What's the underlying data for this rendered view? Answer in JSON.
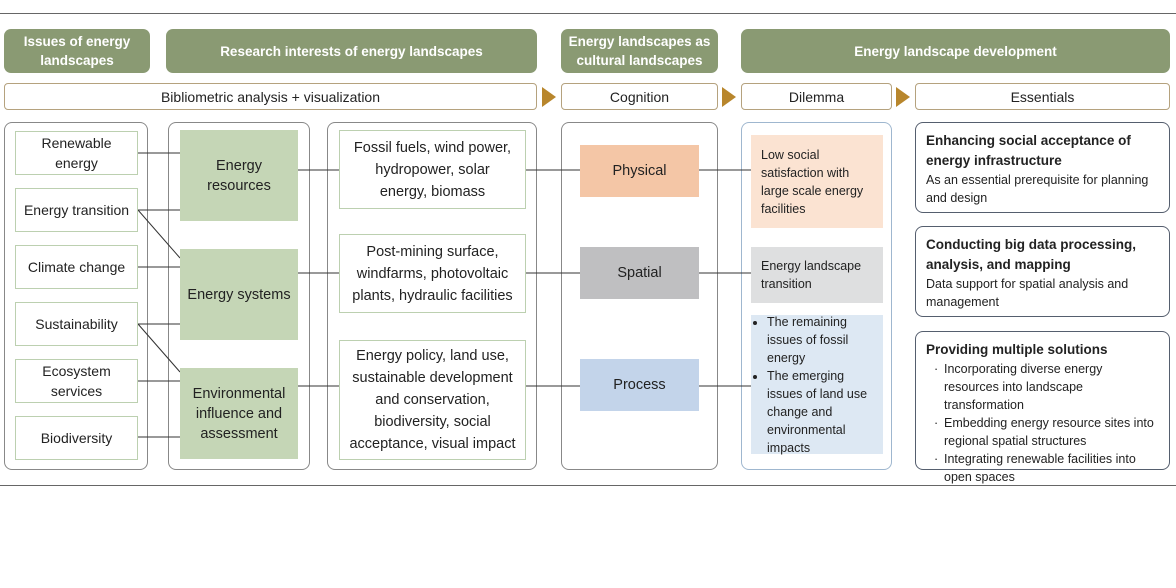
{
  "headers": {
    "issues": "Issues of energy landscapes",
    "research": "Research interests of energy landscapes",
    "cultural": "Energy landscapes as cultural landscapes",
    "development": "Energy landscape development"
  },
  "subheaders": {
    "bibliometric": "Bibliometric analysis + visualization",
    "cognition": "Cognition",
    "dilemma": "Dilemma",
    "essentials": "Essentials"
  },
  "issues": [
    "Renewable energy",
    "Energy transition",
    "Climate change",
    "Sustainability",
    "Ecosystem services",
    "Biodiversity"
  ],
  "research": [
    "Energy resources",
    "Energy systems",
    "Environmental influence and assessment"
  ],
  "details": [
    "Fossil fuels, wind power, hydropower, solar energy, biomass",
    "Post-mining surface, windfarms, photovoltaic plants, hydraulic facilities",
    "Energy policy, land use, sustainable development and conservation, biodiversity, social acceptance, visual impact"
  ],
  "cognition": [
    "Physical",
    "Spatial",
    "Process"
  ],
  "dilemma": {
    "d1": "Low social satisfaction with large scale energy facilities",
    "d2": "Energy landscape transition",
    "d3_items": [
      "The remaining issues of fossil energy",
      "The emerging issues of land use change and environmental impacts"
    ]
  },
  "essentials": [
    {
      "title": "Enhancing social acceptance of energy infrastructure",
      "text": "As an essential prerequisite for planning and design"
    },
    {
      "title": "Conducting big data processing, analysis, and mapping",
      "text": "Data support for spatial analysis and management"
    },
    {
      "title": "Providing multiple solutions",
      "items": [
        "Incorporating diverse energy resources into landscape transformation",
        "Embedding energy resource sites into regional spatial structures",
        "Integrating renewable facilities into open spaces"
      ]
    }
  ],
  "colors": {
    "header": "#8a9a73",
    "research_fill": "#c5d6b6",
    "physical": "#f4c6a6",
    "spatial": "#bfbfc1",
    "process": "#c3d4ea",
    "dilemma1": "#fbe3d2",
    "dilemma2": "#dedfe0",
    "dilemma3": "#dde8f3",
    "arrow": "#b8862c"
  }
}
